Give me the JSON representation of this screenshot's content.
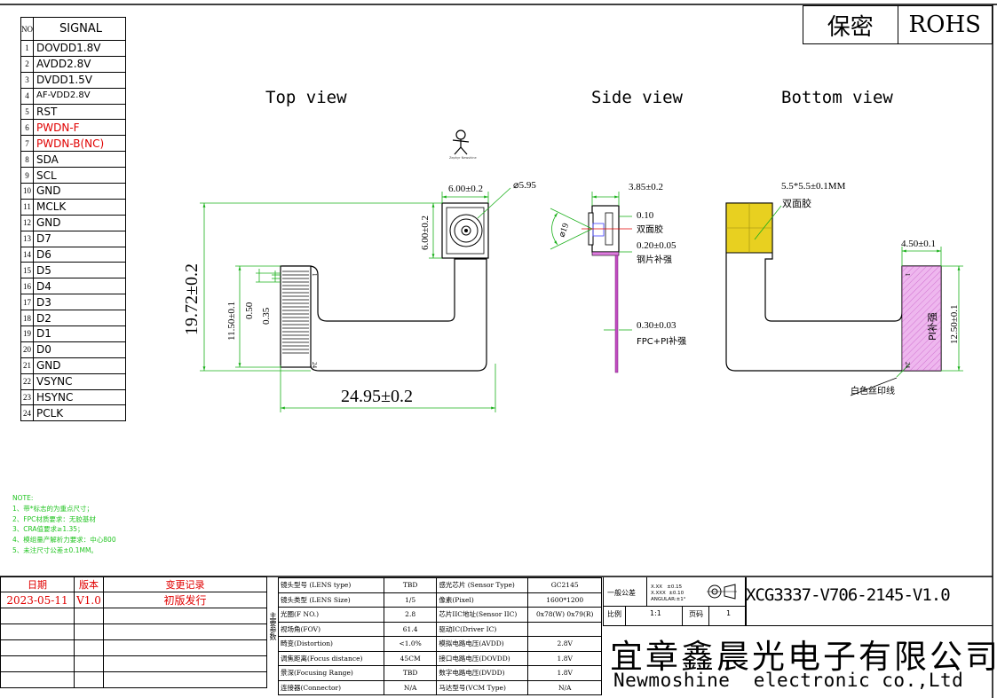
{
  "security": {
    "secret": "保密",
    "rohs": "ROHS"
  },
  "views": {
    "top": "Top view",
    "side": "Side view",
    "bottom": "Bottom view"
  },
  "pin_table": {
    "header_no": "NO",
    "header_signal": "SIGNAL",
    "rows": [
      {
        "no": "1",
        "signal": "DOVDD1.8V"
      },
      {
        "no": "2",
        "signal": "AVDD2.8V"
      },
      {
        "no": "3",
        "signal": "DVDD1.5V"
      },
      {
        "no": "4",
        "signal": "AF-VDD2.8V"
      },
      {
        "no": "5",
        "signal": "RST"
      },
      {
        "no": "6",
        "signal": "PWDN-F",
        "color": "#e00000"
      },
      {
        "no": "7",
        "signal": "PWDN-B(NC)",
        "color": "#e00000"
      },
      {
        "no": "8",
        "signal": "SDA"
      },
      {
        "no": "9",
        "signal": "SCL"
      },
      {
        "no": "10",
        "signal": "GND"
      },
      {
        "no": "11",
        "signal": "MCLK"
      },
      {
        "no": "12",
        "signal": "GND"
      },
      {
        "no": "13",
        "signal": "D7"
      },
      {
        "no": "14",
        "signal": "D6"
      },
      {
        "no": "15",
        "signal": "D5"
      },
      {
        "no": "16",
        "signal": "D4"
      },
      {
        "no": "17",
        "signal": "D3"
      },
      {
        "no": "18",
        "signal": "D2"
      },
      {
        "no": "19",
        "signal": "D1"
      },
      {
        "no": "20",
        "signal": "D0"
      },
      {
        "no": "21",
        "signal": "GND"
      },
      {
        "no": "22",
        "signal": "VSYNC"
      },
      {
        "no": "23",
        "signal": "HSYNC"
      },
      {
        "no": "24",
        "signal": "PCLK"
      }
    ]
  },
  "top_view": {
    "width_dim": "24.95±0.2",
    "height_dim": "19.72±0.2",
    "connector_dim": "11.50±0.1",
    "pitch_dim": "0.50",
    "pad_dim": "0.35",
    "lens_w": "6.00±0.2",
    "lens_h": "6.00±0.2",
    "lens_dia": "⌀5.95",
    "pin_start": "1",
    "pin_end": "24",
    "logo_text": "Zephyr Newshine"
  },
  "side_view": {
    "thickness": "3.85±0.2",
    "fov": "⌀19",
    "tape_thk": "0.10",
    "tape_label": "双面胶",
    "steel_thk": "0.20±0.05",
    "steel_label": "钢片补强",
    "fpc_thk": "0.30±0.03",
    "fpc_label": "FPC+PI补强"
  },
  "bottom_view": {
    "tape_size": "5.5*5.5±0.1MM",
    "tape_label": "双面胶",
    "pi_width": "4.50±0.1",
    "pi_height": "12.50±0.1",
    "pi_label": "PI补强",
    "pin_start": "1",
    "pin_end": "24",
    "silk_label": "白色丝印线"
  },
  "notes": [
    "NOTE:",
    "1、带*标志的为重点尺寸；",
    "2、FPC材质要求：无胶基材",
    "3、CRA值要求≥1.35；",
    "4、模组量产解析力要求：中心800",
    "5、未注尺寸公差±0.1MM。"
  ],
  "revision": {
    "col_date": "日期",
    "col_ver": "版本",
    "col_record": "变更记录",
    "date": "2023-05-11",
    "version": "V1.0",
    "record": "初版发行"
  },
  "spec_side_label": "主要参数",
  "specs": [
    {
      "k1": "镜头型号 (LENS type)",
      "v1": "TBD",
      "k2": "感光芯片 (Sensor Type)",
      "v2": "GC2145"
    },
    {
      "k1": "镜头类型 (LENS Size)",
      "v1": "1/5",
      "k2": "像素(Pixel)",
      "v2": "1600*1200"
    },
    {
      "k1": "光圈(F NO.)",
      "v1": "2.8",
      "k2": "芯片IIC地址(Sensor IIC)",
      "v2": "0x78(W) 0x79(R)"
    },
    {
      "k1": "视场角(FOV)",
      "v1": "61.4",
      "k2": "驱动IC(Driver IC)",
      "v2": ""
    },
    {
      "k1": "畸变(Distortion)",
      "v1": "<1.0%",
      "k2": "模拟电路电压(AVDD)",
      "v2": "2.8V"
    },
    {
      "k1": "调焦距离(Focus distance)",
      "v1": "45CM",
      "k2": "接口电路电压(DOVDD)",
      "v2": "1.8V"
    },
    {
      "k1": "景深(Focusing Range)",
      "v1": "TBD",
      "k2": "数字电路电压(DVDD)",
      "v2": "1.8V"
    },
    {
      "k1": "连接器(Connector)",
      "v1": "N/A",
      "k2": "马达型号(VCM Type)",
      "v2": "N/A"
    }
  ],
  "tolerance": {
    "label": "一般公差",
    "lines": [
      "X.XX   ±0.15",
      "X.XXX  ±0.10",
      "ANGULAR:±1°"
    ],
    "scale_label": "比例",
    "scale": "1:1",
    "page_label": "页码",
    "page": "1"
  },
  "part_number": "XCG3337-V706-2145-V1.0",
  "company": {
    "cn": "宜章鑫晨光电子有限公司",
    "en": "Newmoshine  electronic co.,Ltd"
  },
  "colors": {
    "red": "#e00000",
    "green": "#22c422",
    "tape": "#e8d020",
    "pi": "#e07ce0",
    "dim": "#1ab01a",
    "fpc": "#c24cc2"
  }
}
